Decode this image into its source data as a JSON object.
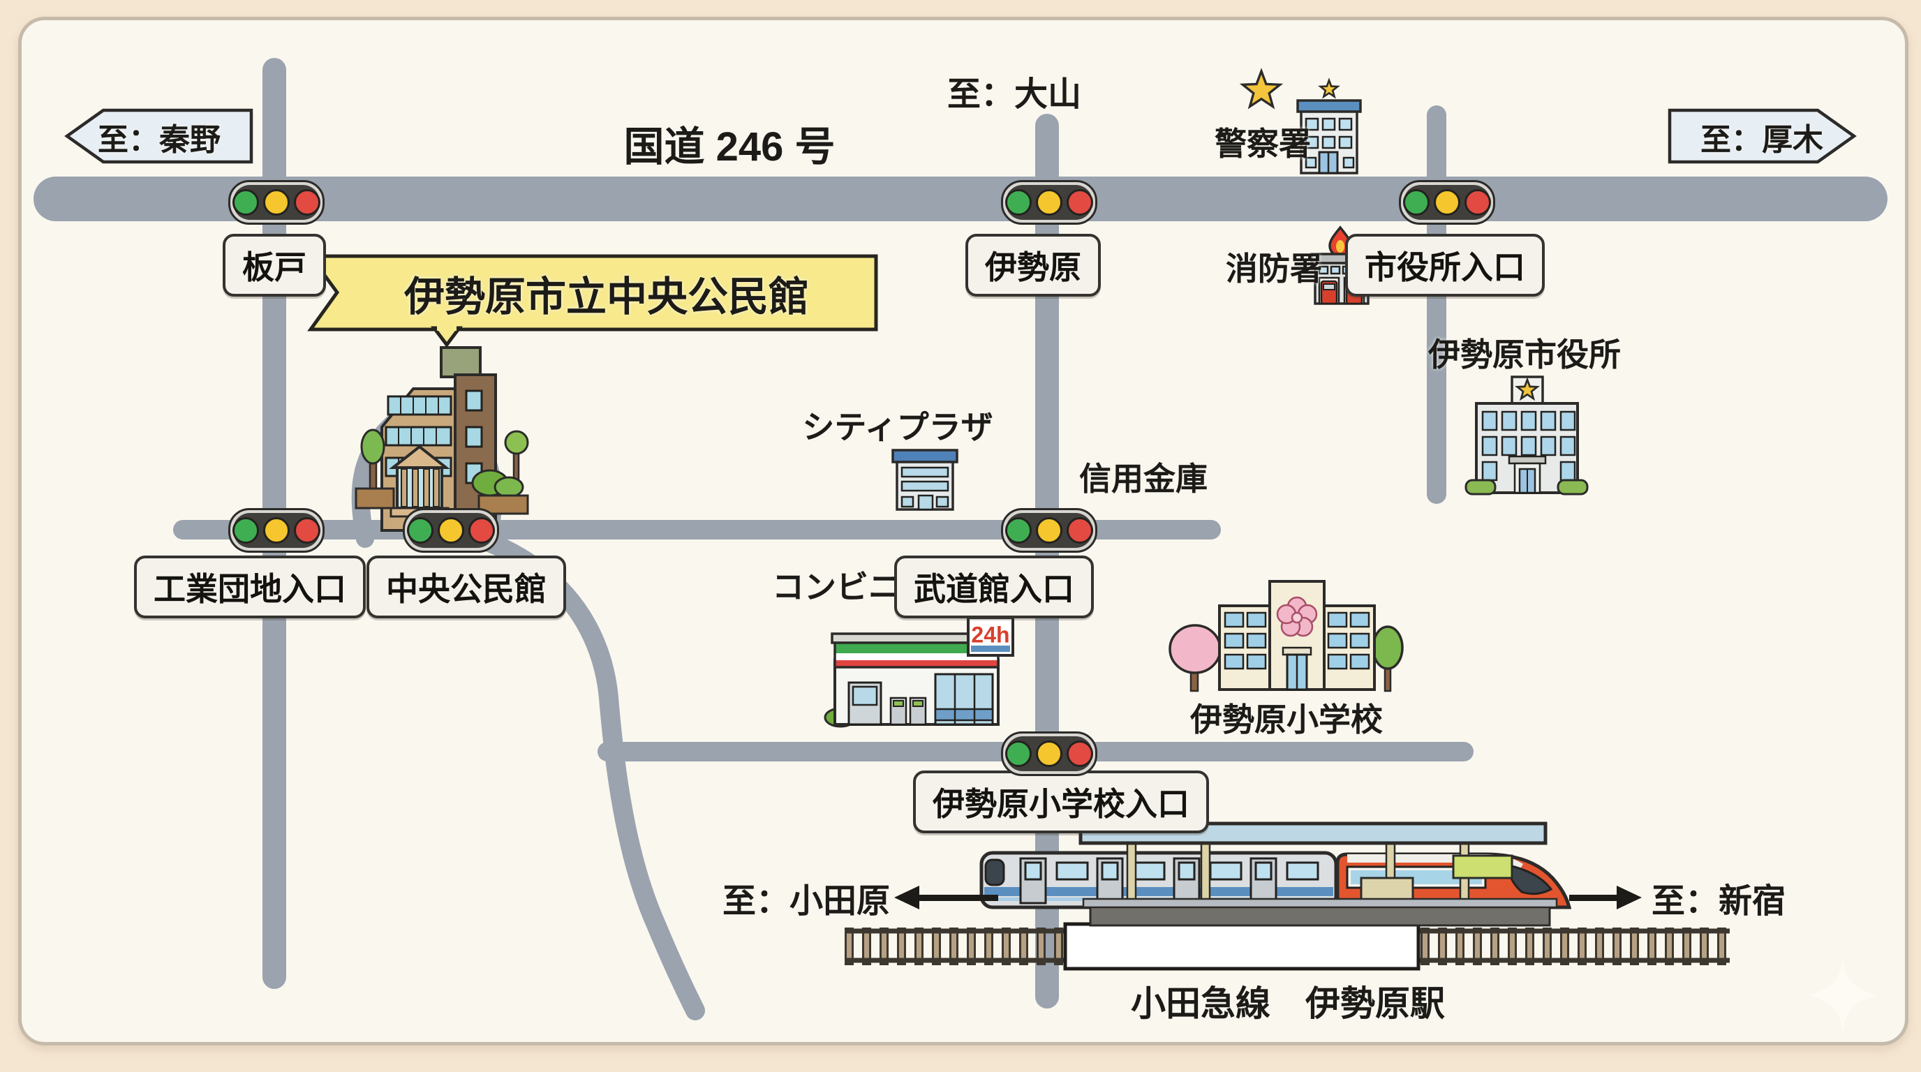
{
  "title_banner": {
    "text": "伊勢原市立中央公民館"
  },
  "route": {
    "label": "国道 246 号"
  },
  "directions": {
    "hadano": "至：秦野",
    "oyama": "至：大山",
    "atsugi": "至：厚木",
    "odawara": "至：小田原",
    "shinjuku": "至：新宿"
  },
  "intersections": {
    "itado": "板戸",
    "isehara": "伊勢原",
    "shiyakusho": "市役所入口",
    "kogyodanchi": "工業団地入口",
    "chuokominkan": "中央公民館",
    "budokan": "武道館入口",
    "shogakko": "伊勢原小学校入口"
  },
  "landmarks": {
    "police": "警察署",
    "fire_station": "消防署",
    "city_hall": "伊勢原市役所",
    "city_plaza": "シティプラザ",
    "shinkin_bank": "信用金庫",
    "convenience": "コンビニ",
    "badge_24h": "24h",
    "elementary_school": "伊勢原小学校"
  },
  "railway": {
    "line_and_station": "小田急線　伊勢原駅"
  },
  "colors": {
    "road": "#9aa3ae",
    "card_bg": "#faf7ef",
    "outer_bg": "#f5e6d2",
    "banner_yellow": "#f7e98c",
    "sign_bg": "#e7eef4",
    "signal_green": "#3fae53",
    "signal_yellow": "#f5c62d",
    "signal_red": "#e24a42",
    "rail_tie": "#b7a184"
  }
}
